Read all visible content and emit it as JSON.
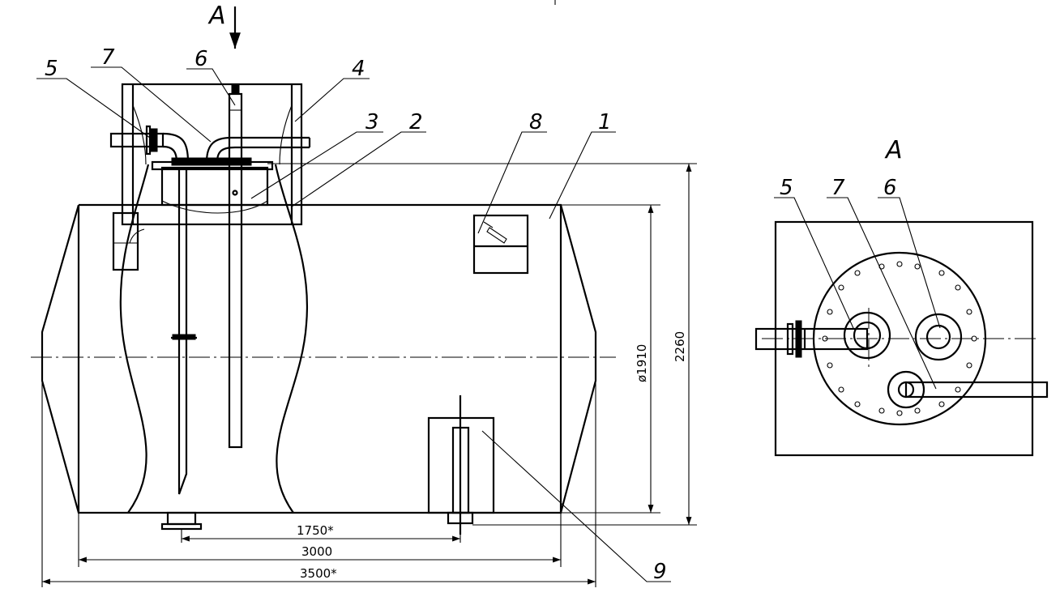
{
  "view_marker": "A",
  "section_view_title": "A",
  "callouts": {
    "c1": "1",
    "c2": "2",
    "c3": "3",
    "c4": "4",
    "c5": "5",
    "c6": "6",
    "c7": "7",
    "c8": "8",
    "c9": "9"
  },
  "view_a_callouts": {
    "c5": "5",
    "c7": "7",
    "c6": "6"
  },
  "dimensions": {
    "d1750": "1750*",
    "d3000": "3000",
    "d3500": "3500*",
    "diameter": "ø1910",
    "height": "2260"
  }
}
